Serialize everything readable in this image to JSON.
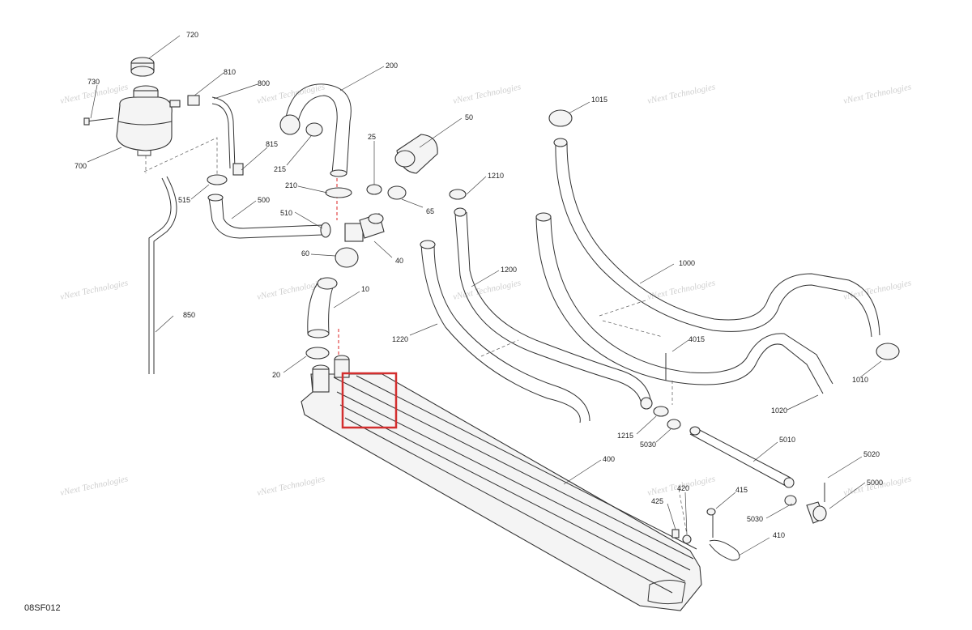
{
  "diagram": {
    "id": "08SF012",
    "watermark_line1": "vNext Technologies",
    "watermark_line2": "Technologies",
    "callouts": {
      "c720": "720",
      "c730": "730",
      "c700": "700",
      "c810": "810",
      "c800": "800",
      "c815": "815",
      "c515": "515",
      "c500": "500",
      "c510": "510",
      "c850": "850",
      "c200": "200",
      "c215": "215",
      "c210": "210",
      "c25": "25",
      "c50": "50",
      "c65": "65",
      "c40": "40",
      "c60": "60",
      "c10": "10",
      "c20": "20",
      "c400": "400",
      "c1015": "1015",
      "c1210": "1210",
      "c1200": "1200",
      "c1220": "1220",
      "c1000": "1000",
      "c4015": "4015",
      "c1010": "1010",
      "c1020": "1020",
      "c1215": "1215",
      "c5030a": "5030",
      "c5010": "5010",
      "c5020": "5020",
      "c5000": "5000",
      "c5030b": "5030",
      "c425": "425",
      "c415": "415",
      "c410": "410",
      "c420": "420"
    },
    "highlight_color": "#d32f2f",
    "line_color": "#333333",
    "guide_color": "#d22222"
  }
}
